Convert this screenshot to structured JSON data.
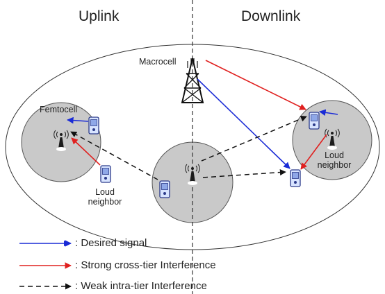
{
  "titles": {
    "uplink": "Uplink",
    "downlink": "Downlink"
  },
  "labels": {
    "macrocell": "Macrocell",
    "femtocell": "Femtocell",
    "loud_neighbor_left": [
      "Loud",
      "neighbor"
    ],
    "loud_neighbor_right": [
      "Loud",
      "neighbor"
    ]
  },
  "legend": [
    {
      "text": ": Desired signal",
      "style": "solid",
      "color": "#1a2bd6"
    },
    {
      "text": ": Strong cross-tier Interference",
      "style": "solid",
      "color": "#e0201f"
    },
    {
      "text": ": Weak intra-tier Interference",
      "style": "dashed",
      "color": "#111111"
    }
  ],
  "colors": {
    "desired": "#1a2bd6",
    "strong": "#e0201f",
    "weak": "#111111",
    "cell_fill": "#c9c9c9"
  },
  "icons": [
    "macrocell-tower-icon",
    "femtocell-antenna-icon",
    "mobile-phone-icon"
  ]
}
